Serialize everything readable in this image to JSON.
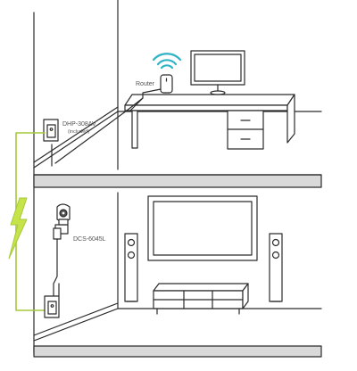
{
  "labels": {
    "router": "Router",
    "adapter_model": "DHP-308AV",
    "adapter_note": "(included)",
    "camera_model": "DCS-6045L"
  },
  "colors": {
    "line": "#2b2b2b",
    "floor_fill": "#d9d9d9",
    "powerline": "#a5c93a",
    "bolt": "#c6e34a",
    "wifi": "#2fb3c5",
    "label": "#555555"
  },
  "icons": {
    "bolt": "lightning-bolt-icon",
    "wifi": "wifi-icon"
  }
}
